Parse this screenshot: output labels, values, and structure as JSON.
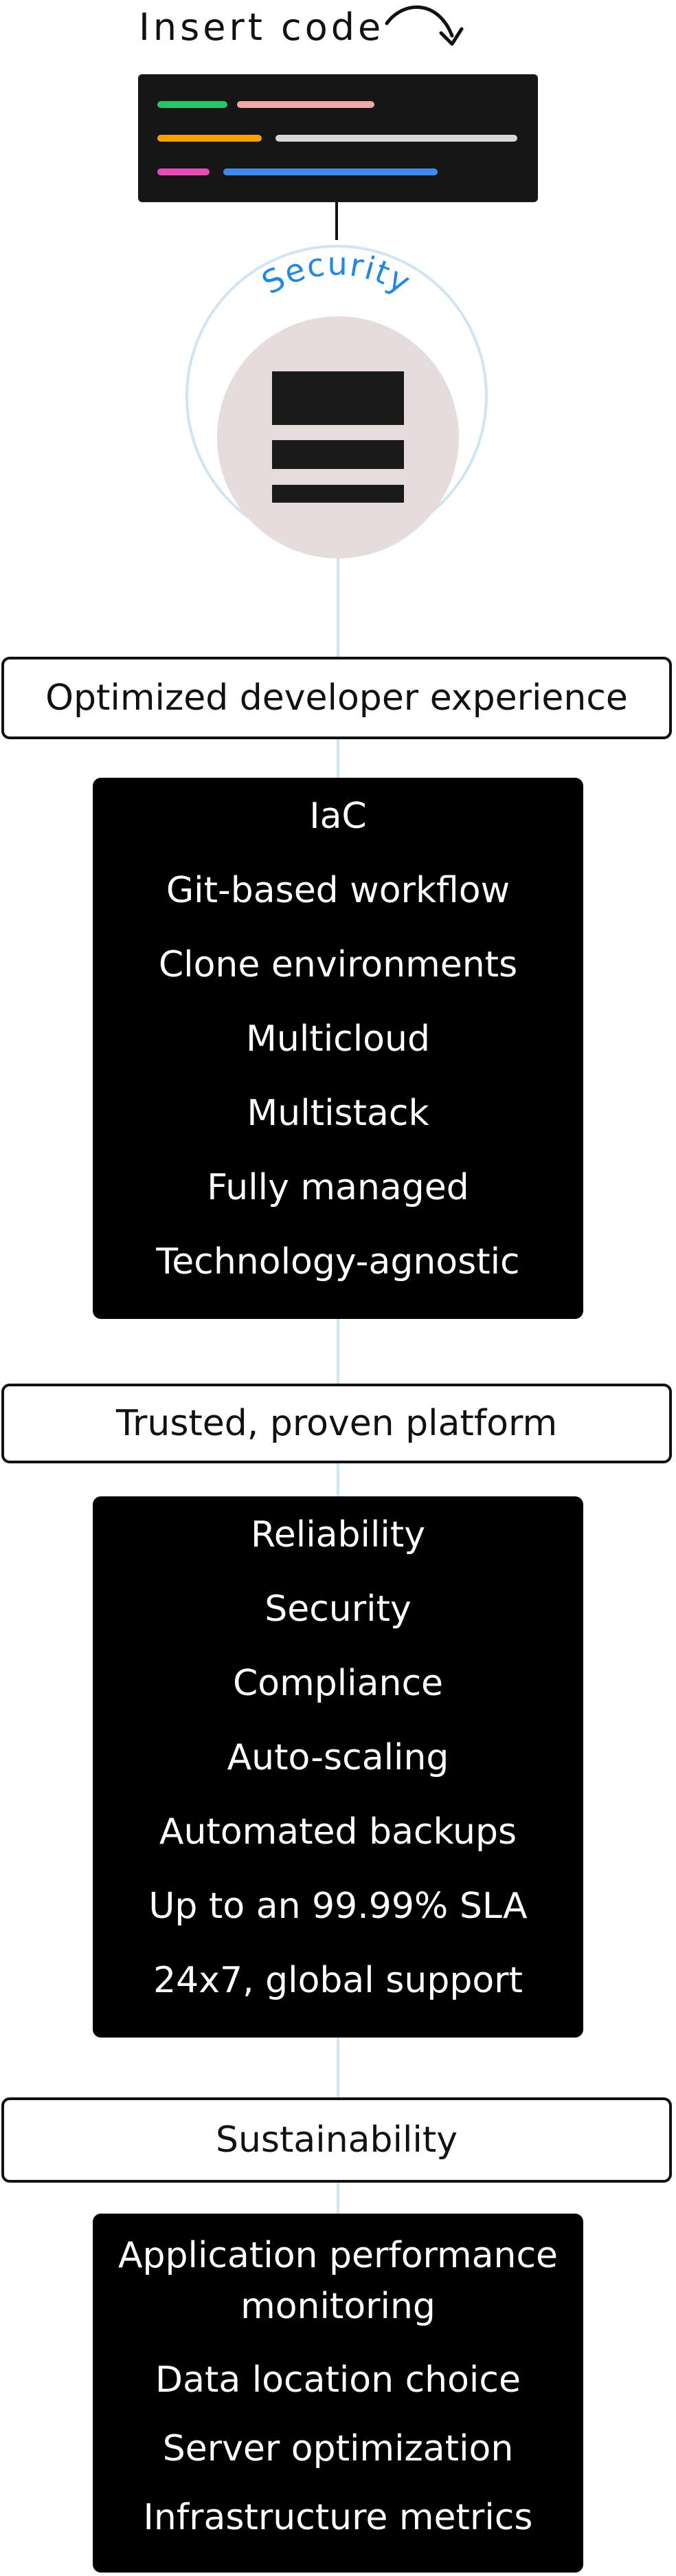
{
  "header": {
    "title": "Insert code",
    "arrow_icon": "curved-arrow-down-icon"
  },
  "code_snippet": {
    "line_colors": [
      "#22c56a",
      "#f2a7a7",
      "#f5a200",
      "#d6d6d6",
      "#e84ab8",
      "#3c8cf0"
    ]
  },
  "badge": {
    "label": "Security",
    "label_color": "#1e88e5",
    "ring_color": "#cfe5f6",
    "disc_color": "#e7dcdc",
    "icon": "stacked-bars-icon"
  },
  "sections": [
    {
      "title": "Optimized developer experience",
      "items": [
        "IaC",
        "Git-based workflow",
        "Clone environments",
        "Multicloud",
        "Multistack",
        "Fully managed",
        "Technology-agnostic"
      ]
    },
    {
      "title": "Trusted, proven platform",
      "items": [
        "Reliability",
        "Security",
        "Compliance",
        "Auto-scaling",
        "Automated backups",
        "Up to an 99.99% SLA",
        "24x7, global support"
      ]
    },
    {
      "title": "Sustainability",
      "items": [
        "Application performance monitoring",
        "Data location choice",
        "Server optimization",
        "Infrastructure metrics"
      ]
    }
  ]
}
